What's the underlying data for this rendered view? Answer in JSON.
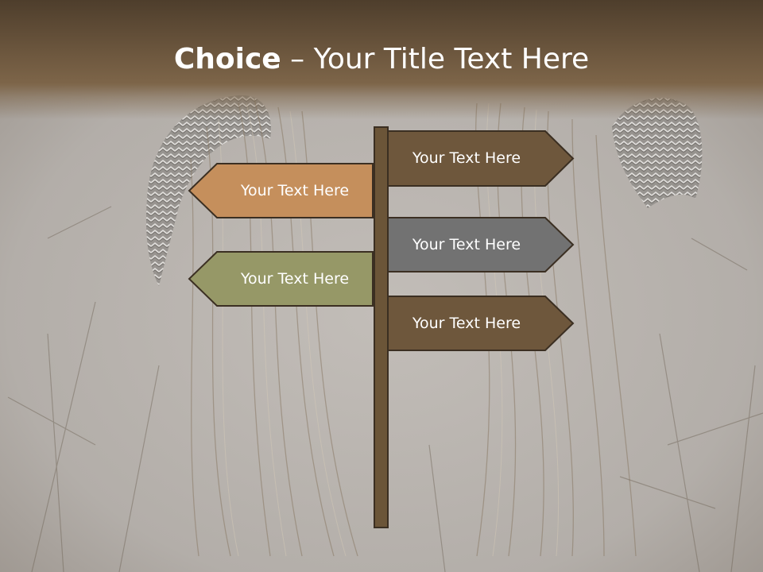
{
  "title": {
    "bold": "Choice",
    "rest": " – Your Title Text Here"
  },
  "signs": [
    {
      "label": "Your Text Here",
      "direction": "right",
      "color": "#6e573c"
    },
    {
      "label": "Your Text Here",
      "direction": "left",
      "color": "#c58f5c"
    },
    {
      "label": "Your Text Here",
      "direction": "right",
      "color": "#727272"
    },
    {
      "label": "Your Text Here",
      "direction": "left",
      "color": "#969867"
    },
    {
      "label": "Your Text Here",
      "direction": "right",
      "color": "#6e573c"
    }
  ],
  "colors": {
    "post": "#6b5538",
    "outline": "#3b2f22",
    "title_bar": "#6e583f"
  }
}
